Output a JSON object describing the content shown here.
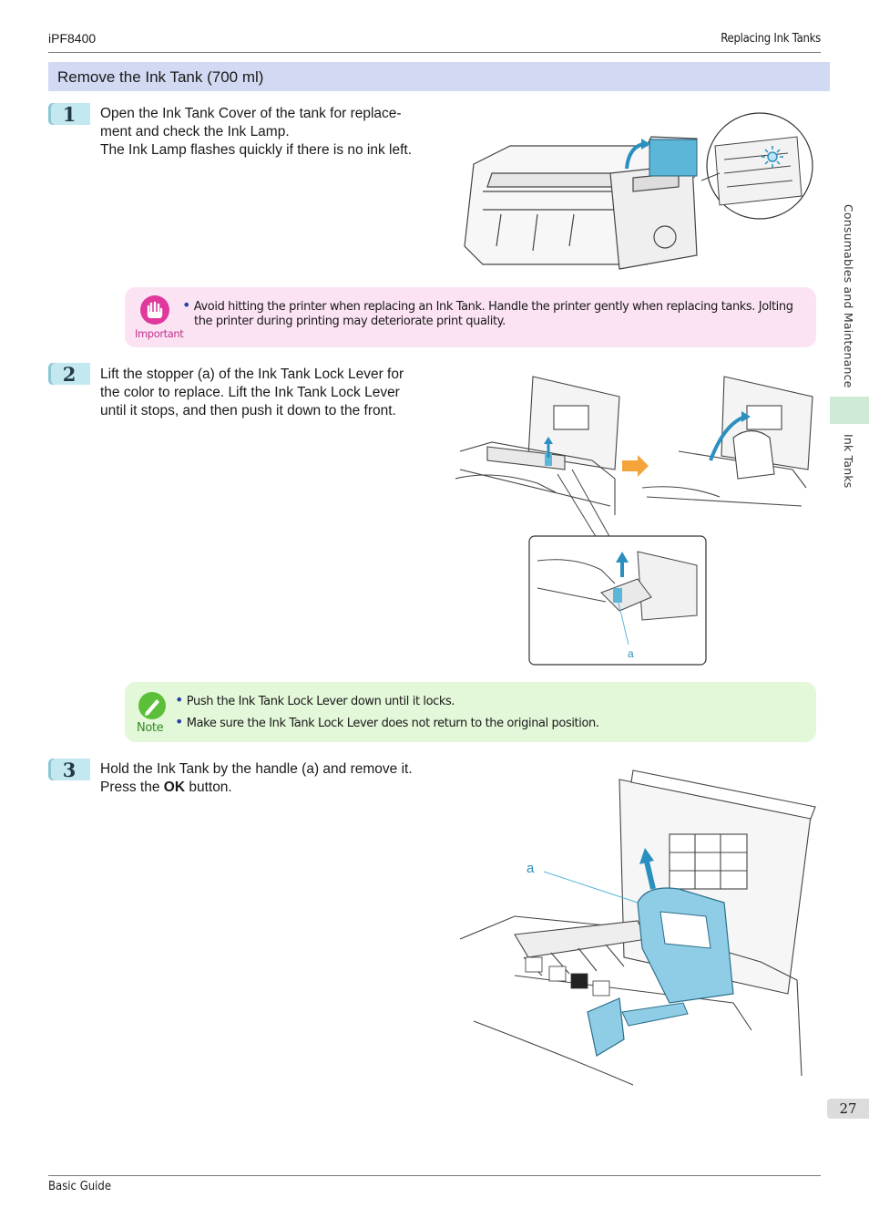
{
  "header": {
    "model": "iPF8400",
    "section": "Replacing Ink Tanks"
  },
  "section_title": "Remove the Ink Tank (700 ml)",
  "steps": [
    {
      "number": "1",
      "lines": [
        "Open the Ink Tank Cover of the tank for replace-",
        "ment and check the Ink Lamp.",
        "The Ink Lamp flashes quickly if there is no ink left."
      ]
    },
    {
      "number": "2",
      "lines": [
        "Lift the stopper (a) of the Ink Tank Lock Lever for",
        "the color to replace. Lift the Ink Tank Lock Lever",
        "until it stops, and then push it down to the front."
      ]
    },
    {
      "number": "3",
      "line1": "Hold the Ink Tank by the handle (a) and remove it.",
      "line2_pre": "Press the ",
      "line2_bold": "OK",
      "line2_post": " button."
    }
  ],
  "important": {
    "label": "Important",
    "bullet": "Avoid hitting the printer when replacing an Ink Tank. Handle the printer gently when replacing tanks. Jolting",
    "bullet_cont": "the printer during printing may deteriorate print quality."
  },
  "note": {
    "label": "Note",
    "bullets": [
      "Push the Ink Tank Lock Lever down until it locks.",
      "Make sure the Ink Tank Lock Lever does not return to the original position."
    ]
  },
  "figure_labels": {
    "stopper": "a",
    "handle": "a"
  },
  "side_tabs": {
    "chapter": "Consumables and Maintenance",
    "topic": "Ink Tanks"
  },
  "page_number": "27",
  "footer": "Basic Guide",
  "colors": {
    "section_bar": "#d2d9f2",
    "step_badge": "#c3e8f0",
    "important_bg": "#fbe3f4",
    "note_bg": "#e3f7d9",
    "accent_blue": "#5bb6d8"
  }
}
